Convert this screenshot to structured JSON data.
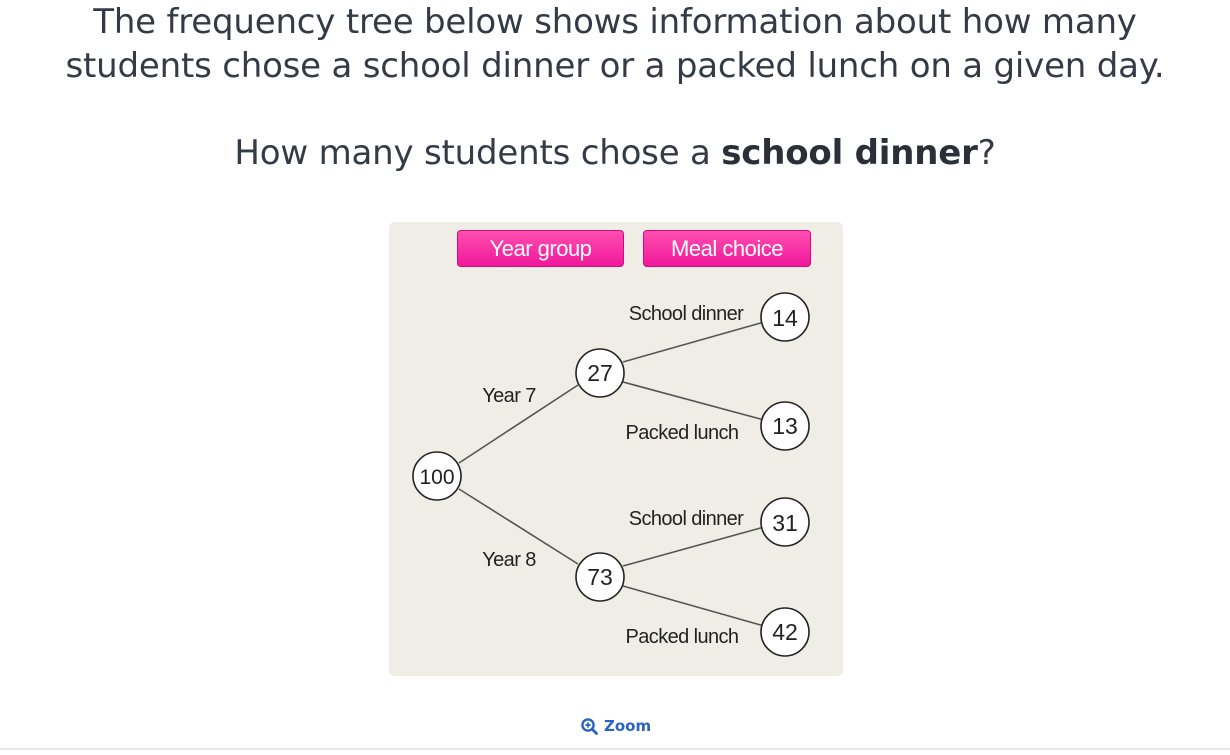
{
  "question": {
    "line1": "The frequency tree below shows information about how many",
    "line2": "students chose a school dinner or a packed lunch on a given day.",
    "ask_prefix": "How many students chose a ",
    "ask_bold": "school dinner",
    "ask_suffix": "?"
  },
  "tree": {
    "headers": [
      "Year group",
      "Meal choice"
    ],
    "root": "100",
    "year7": {
      "label": "Year 7",
      "value": "27",
      "school_dinner_label": "School dinner",
      "school_dinner_value": "14",
      "packed_lunch_label": "Packed lunch",
      "packed_lunch_value": "13"
    },
    "year8": {
      "label": "Year 8",
      "value": "73",
      "school_dinner_label": "School dinner",
      "school_dinner_value": "31",
      "packed_lunch_label": "Packed lunch",
      "packed_lunch_value": "42"
    },
    "colors": {
      "header": "#f0189a",
      "panel": "#f0ede6",
      "line": "#555555"
    }
  },
  "zoom": {
    "label": "Zoom",
    "icon": "zoom-in-icon"
  }
}
